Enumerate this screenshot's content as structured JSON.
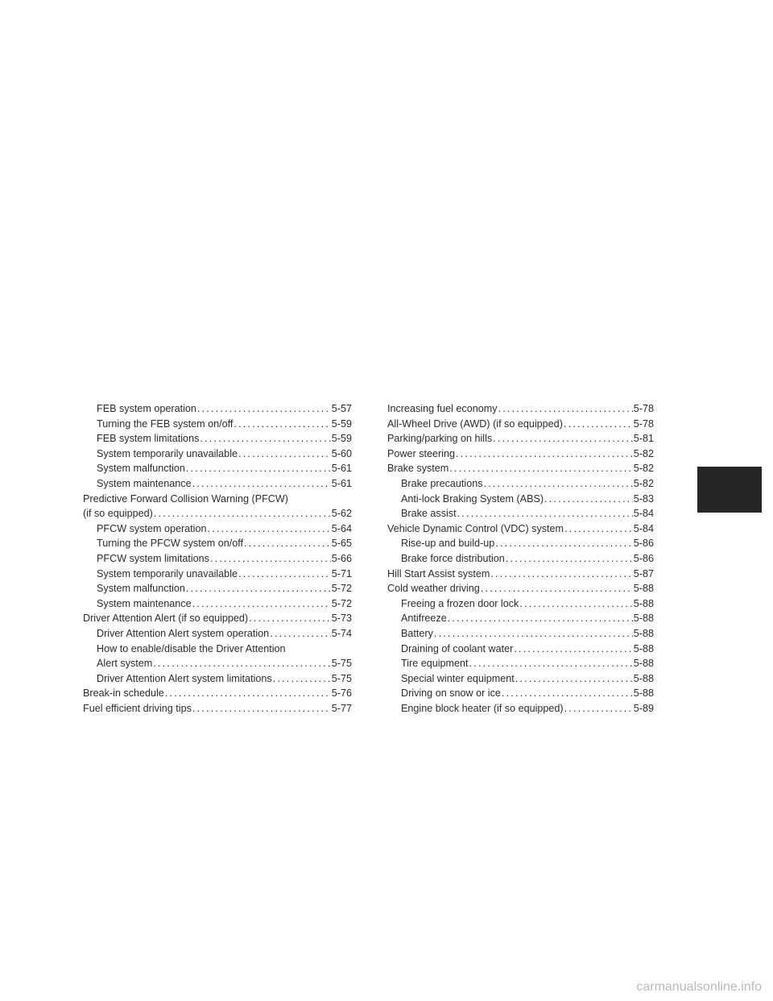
{
  "left_column": [
    {
      "level": 2,
      "title": "FEB system operation",
      "page": "5-57"
    },
    {
      "level": 2,
      "title": "Turning the FEB system on/off",
      "page": "5-59"
    },
    {
      "level": 2,
      "title": "FEB system limitations",
      "page": "5-59"
    },
    {
      "level": 2,
      "title": "System temporarily unavailable",
      "page": "5-60"
    },
    {
      "level": 2,
      "title": "System malfunction",
      "page": "5-61"
    },
    {
      "level": 2,
      "title": "System maintenance",
      "page": "5-61"
    },
    {
      "level": 1,
      "title_lines": [
        "Predictive Forward Collision Warning (PFCW)",
        "(if so equipped)"
      ],
      "page": "5-62"
    },
    {
      "level": 2,
      "title": "PFCW system operation",
      "page": "5-64"
    },
    {
      "level": 2,
      "title": "Turning the PFCW system on/off",
      "page": "5-65"
    },
    {
      "level": 2,
      "title": "PFCW system limitations",
      "page": "5-66"
    },
    {
      "level": 2,
      "title": "System temporarily unavailable",
      "page": "5-71"
    },
    {
      "level": 2,
      "title": "System malfunction",
      "page": "5-72"
    },
    {
      "level": 2,
      "title": "System maintenance",
      "page": "5-72"
    },
    {
      "level": 1,
      "title": "Driver Attention Alert (if so equipped)",
      "page": "5-73"
    },
    {
      "level": 2,
      "title": "Driver Attention Alert system operation",
      "page": "5-74"
    },
    {
      "level": 2,
      "title_lines": [
        "How to enable/disable the Driver Attention",
        "Alert system"
      ],
      "page": "5-75"
    },
    {
      "level": 2,
      "title": "Driver Attention Alert system limitations",
      "page": "5-75"
    },
    {
      "level": 1,
      "title": "Break-in schedule",
      "page": "5-76"
    },
    {
      "level": 1,
      "title": "Fuel efficient driving tips",
      "page": "5-77"
    }
  ],
  "right_column": [
    {
      "level": 1,
      "title": "Increasing fuel economy",
      "page": "5-78"
    },
    {
      "level": 1,
      "title": "All-Wheel Drive (AWD) (if so equipped)",
      "page": "5-78"
    },
    {
      "level": 1,
      "title": "Parking/parking on hills",
      "page": "5-81"
    },
    {
      "level": 1,
      "title": "Power steering",
      "page": "5-82"
    },
    {
      "level": 1,
      "title": "Brake system",
      "page": "5-82"
    },
    {
      "level": 2,
      "title": "Brake precautions",
      "page": "5-82"
    },
    {
      "level": 2,
      "title": "Anti-lock Braking System (ABS)",
      "page": "5-83"
    },
    {
      "level": 2,
      "title": "Brake assist",
      "page": "5-84"
    },
    {
      "level": 1,
      "title": "Vehicle Dynamic Control (VDC) system",
      "page": "5-84"
    },
    {
      "level": 2,
      "title": "Rise-up and build-up",
      "page": "5-86"
    },
    {
      "level": 2,
      "title": "Brake force distribution",
      "page": "5-86"
    },
    {
      "level": 1,
      "title": "Hill Start Assist system",
      "page": "5-87"
    },
    {
      "level": 1,
      "title": "Cold weather driving",
      "page": "5-88"
    },
    {
      "level": 2,
      "title": "Freeing a frozen door lock",
      "page": "5-88"
    },
    {
      "level": 2,
      "title": "Antifreeze",
      "page": "5-88"
    },
    {
      "level": 2,
      "title": "Battery",
      "page": "5-88"
    },
    {
      "level": 2,
      "title": "Draining of coolant water",
      "page": "5-88"
    },
    {
      "level": 2,
      "title": "Tire equipment",
      "page": "5-88"
    },
    {
      "level": 2,
      "title": "Special winter equipment",
      "page": "5-88"
    },
    {
      "level": 2,
      "title": "Driving on snow or ice",
      "page": "5-88"
    },
    {
      "level": 2,
      "title": "Engine block heater (if so equipped)",
      "page": "5-89"
    }
  ],
  "watermark": "carmanualsonline.info",
  "colors": {
    "text": "#2b2b2b",
    "section_tab": "#262626",
    "watermark": "#b9b9b9"
  }
}
